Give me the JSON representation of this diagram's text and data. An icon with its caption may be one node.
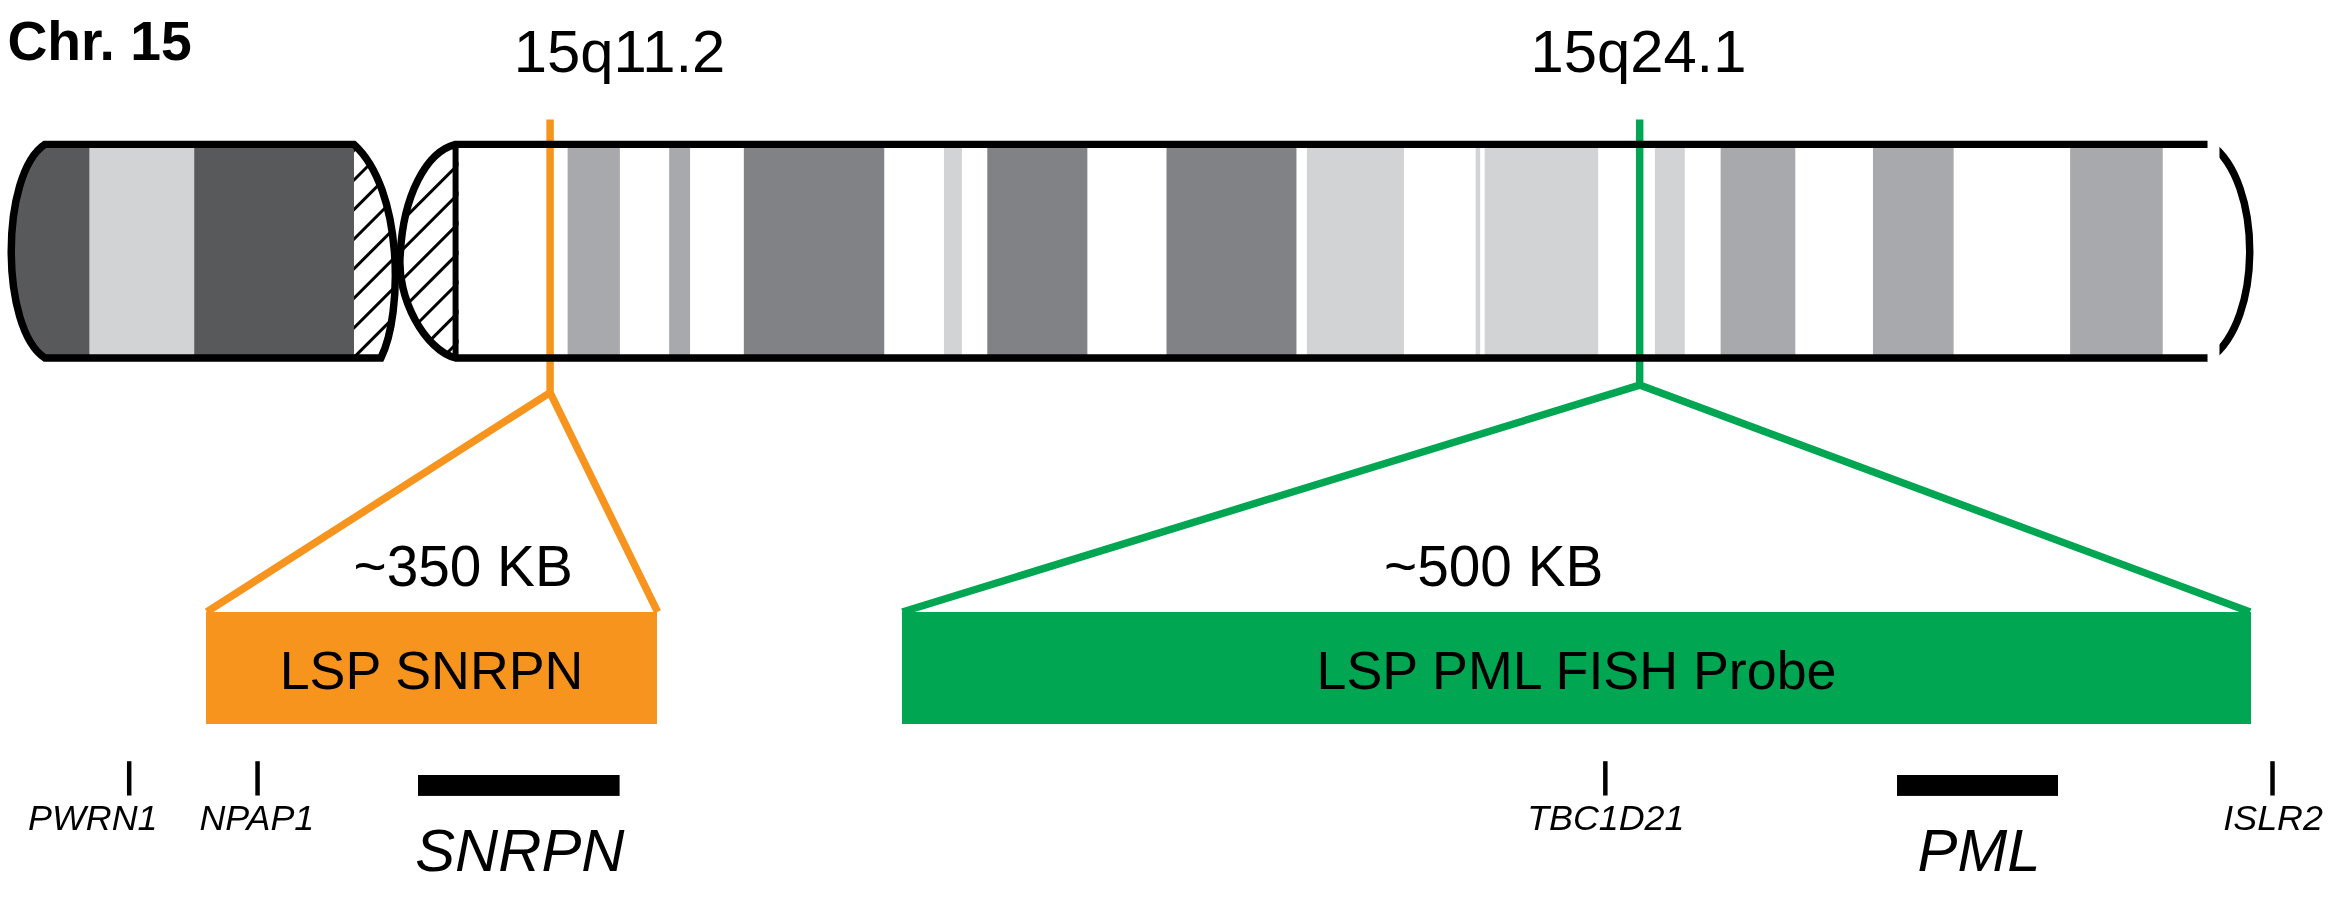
{
  "diagram": {
    "title": "Chr. 15",
    "nodes": [
      {
        "text": [],
        "shape": "picture"
      },
      {
        "text": [
          "LSP SNRPN"
        ],
        "beside": [
          "~350 KB"
        ]
      },
      {
        "text": [
          "LSP PML FISH Probe"
        ],
        "beside": [
          "~500 KB"
        ]
      },
      {
        "text": [],
        "shape": "bar",
        "beside": [
          "SNRPN"
        ]
      },
      {
        "text": [],
        "shape": "bar",
        "beside": [
          "PML"
        ]
      }
    ],
    "edges": [
      {
        "from": 0,
        "to": 1,
        "arrow": "none",
        "label": "15q11.2",
        "color": "#f7941d"
      },
      {
        "from": 0,
        "to": 2,
        "arrow": "none",
        "label": "15q24.1",
        "color": "#00a651"
      }
    ],
    "labels": [
      "PWRN1",
      "NPAP1",
      "TBC1D21",
      "ISLR2"
    ]
  }
}
